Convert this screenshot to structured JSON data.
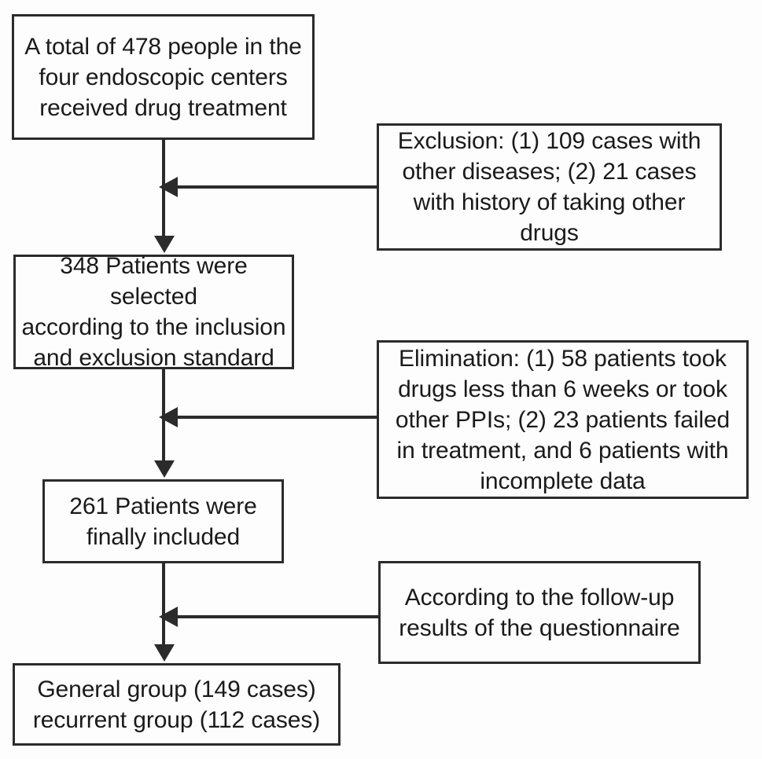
{
  "figure": {
    "type": "flowchart",
    "orientation": "vertical-with-right-side-annotations",
    "colors": {
      "background": "#fdfdfd",
      "box_border": "#2b2b2b",
      "text": "#1a1a1a",
      "connector": "#2b2b2b"
    }
  },
  "nodes": [
    {
      "id": "total",
      "role": "enrollment",
      "text": "A total of 478 people in the\nfour endoscopic centers\nreceived drug treatment",
      "count": 478
    },
    {
      "id": "exclusion",
      "role": "exclusion-annotation",
      "text": "Exclusion: (1) 109 cases with\nother diseases; (2) 21 cases\nwith history of taking other\ndrugs",
      "counts": [
        109,
        21
      ]
    },
    {
      "id": "selected",
      "role": "selection",
      "text": "348 Patients were selected\naccording to the inclusion\nand exclusion standard",
      "count": 348
    },
    {
      "id": "elimination",
      "role": "elimination-annotation",
      "text": "Elimination: (1) 58 patients took\ndrugs less than 6 weeks or took\nother PPIs; (2) 23 patients failed\nin treatment, and 6 patients with\nincomplete data",
      "counts": [
        58,
        6,
        23,
        6
      ]
    },
    {
      "id": "included",
      "role": "final-inclusion",
      "text": "261 Patients were\nfinally included",
      "count": 261
    },
    {
      "id": "followup",
      "role": "followup-annotation",
      "text": "According to the follow-up\nresults of the questionnaire"
    },
    {
      "id": "groups",
      "role": "group-allocation",
      "text": "General group (149 cases)\nrecurrent group (112 cases)",
      "counts": [
        149,
        112
      ]
    }
  ],
  "edges": [
    {
      "id": "edge-total-selected",
      "from": "total",
      "to": "selected",
      "kind": "arrow-down"
    },
    {
      "id": "edge-exclusion-spine",
      "from": "exclusion",
      "to": "edge-total-selected",
      "kind": "arrow-left"
    },
    {
      "id": "edge-selected-included",
      "from": "selected",
      "to": "included",
      "kind": "arrow-down"
    },
    {
      "id": "edge-elimination-spine",
      "from": "elimination",
      "to": "edge-selected-included",
      "kind": "arrow-left"
    },
    {
      "id": "edge-included-groups",
      "from": "included",
      "to": "groups",
      "kind": "arrow-down"
    },
    {
      "id": "edge-followup-spine",
      "from": "followup",
      "to": "edge-included-groups",
      "kind": "arrow-left"
    }
  ]
}
